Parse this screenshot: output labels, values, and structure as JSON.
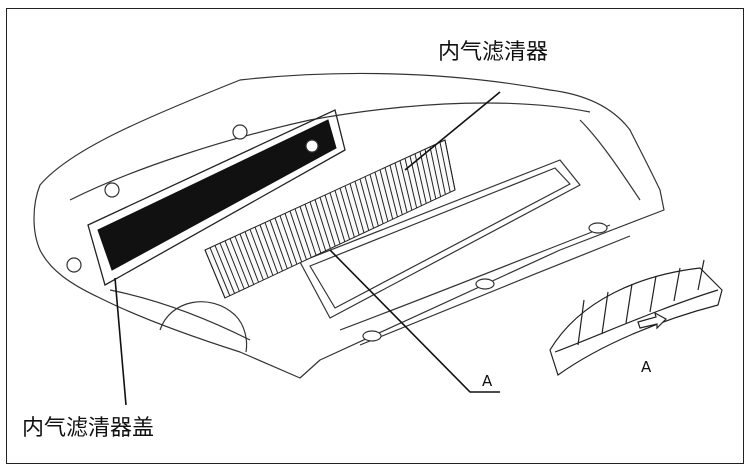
{
  "callouts": {
    "filter": "内气滤清器",
    "filter_cover": "内气滤清器盖",
    "detail_ref": "A",
    "detail_label": "A"
  }
}
